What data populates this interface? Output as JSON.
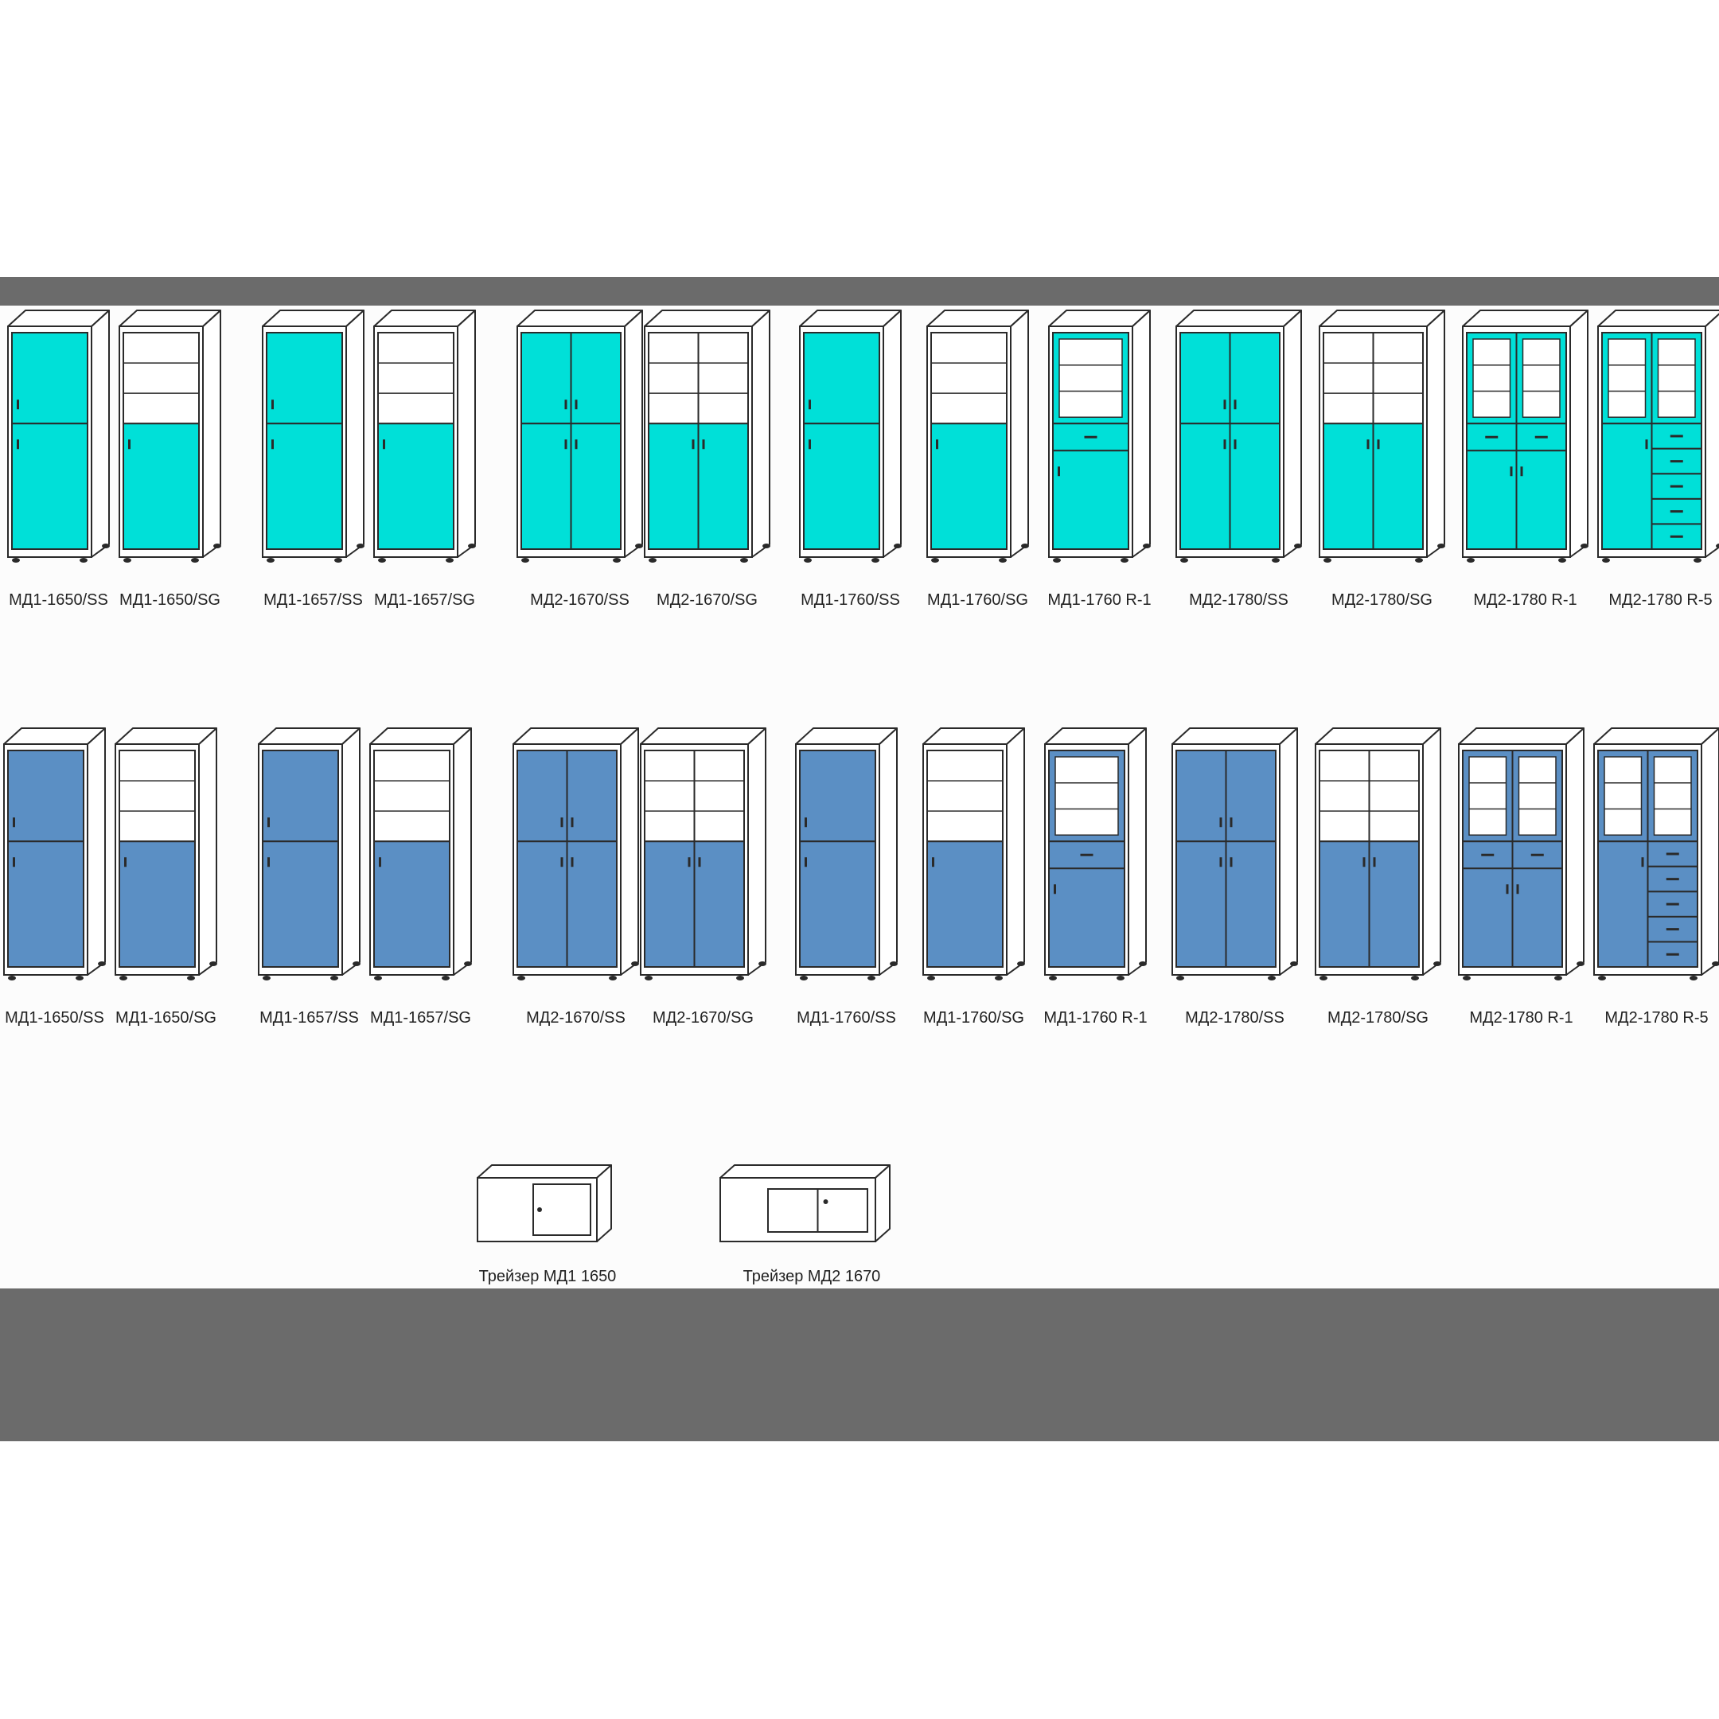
{
  "colors": {
    "band": "#6b6b6b",
    "row1_fill": "#00e0d8",
    "row2_fill": "#5b8fc4",
    "line": "#2a2a2a"
  },
  "rows": [
    {
      "fill": "row1",
      "items": [
        {
          "label": "МД1-1650/SS",
          "width": "narrow",
          "front": "ss"
        },
        {
          "label": "МД1-1650/SG",
          "width": "narrow",
          "front": "sg"
        },
        {
          "label": "МД1-1657/SS",
          "width": "narrow",
          "front": "ss"
        },
        {
          "label": "МД1-1657/SG",
          "width": "narrow",
          "front": "sg"
        },
        {
          "label": "МД2-1670/SS",
          "width": "wide",
          "front": "ss"
        },
        {
          "label": "МД2-1670/SG",
          "width": "wide",
          "front": "sg"
        },
        {
          "label": "МД1-1760/SS",
          "width": "narrow",
          "front": "ss"
        },
        {
          "label": "МД1-1760/SG",
          "width": "narrow",
          "front": "sg"
        },
        {
          "label": "МД1-1760 R-1",
          "width": "narrow",
          "front": "r1"
        },
        {
          "label": "МД2-1780/SS",
          "width": "wide",
          "front": "ss"
        },
        {
          "label": "МД2-1780/SG",
          "width": "wide",
          "front": "sg"
        },
        {
          "label": "МД2-1780 R-1",
          "width": "wide",
          "front": "r1"
        },
        {
          "label": "МД2-1780 R-5",
          "width": "wide",
          "front": "r5"
        }
      ]
    },
    {
      "fill": "row2",
      "items": [
        {
          "label": "МД1-1650/SS",
          "width": "narrow",
          "front": "ss"
        },
        {
          "label": "МД1-1650/SG",
          "width": "narrow",
          "front": "sg"
        },
        {
          "label": "МД1-1657/SS",
          "width": "narrow",
          "front": "ss"
        },
        {
          "label": "МД1-1657/SG",
          "width": "narrow",
          "front": "sg"
        },
        {
          "label": "МД2-1670/SS",
          "width": "wide",
          "front": "ss"
        },
        {
          "label": "МД2-1670/SG",
          "width": "wide",
          "front": "sg"
        },
        {
          "label": "МД1-1760/SS",
          "width": "narrow",
          "front": "ss"
        },
        {
          "label": "МД1-1760/SG",
          "width": "narrow",
          "front": "sg"
        },
        {
          "label": "МД1-1760 R-1",
          "width": "narrow",
          "front": "r1"
        },
        {
          "label": "МД2-1780/SS",
          "width": "wide",
          "front": "ss"
        },
        {
          "label": "МД2-1780/SG",
          "width": "wide",
          "front": "sg"
        },
        {
          "label": "МД2-1780 R-1",
          "width": "wide",
          "front": "r1"
        },
        {
          "label": "МД2-1780 R-5",
          "width": "wide",
          "front": "r5"
        }
      ]
    }
  ],
  "trays": [
    {
      "label": "Трейзер МД1 1650",
      "doors": 1
    },
    {
      "label": "Трейзер МД2 1670",
      "doors": 2
    }
  ]
}
